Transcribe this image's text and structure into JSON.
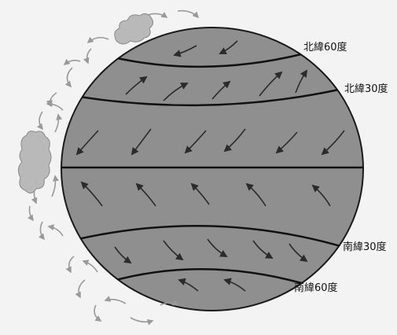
{
  "labels": {
    "north_60": "北緯60度",
    "north_30": "北緯30度",
    "south_30": "南緯30度",
    "south_60": "南緯60度"
  },
  "colors": {
    "globe_fill": "#8f8f8f",
    "globe_outline": "#1a1a1a",
    "band_lines": "#111111",
    "arrow": "#2b2b2b",
    "outer_arrows": "#9a9a9a",
    "cloud": "#b9b9b9",
    "background": "#f3f3f3"
  }
}
